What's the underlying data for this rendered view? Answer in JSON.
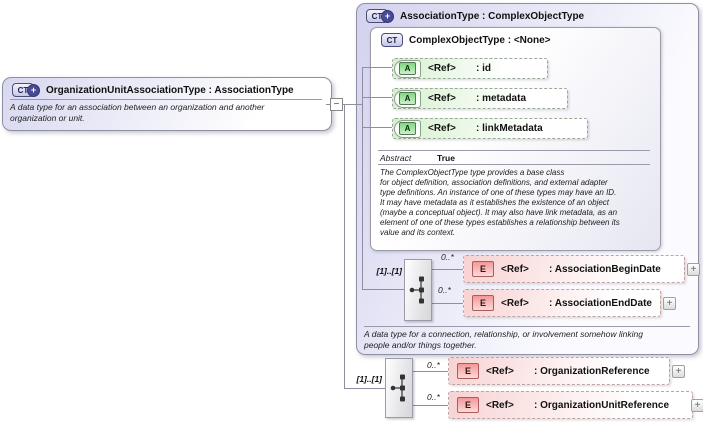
{
  "icons": {
    "collapse": "−",
    "expand": "+",
    "type_plus": "+"
  },
  "left_box": {
    "badge": "CT",
    "title": "OrganizationUnitAssociationType : AssociationType",
    "description": "A data type for an association between an organization and another\norganization or unit."
  },
  "assoc_box": {
    "badge": "CT",
    "title": "AssociationType : ComplexObjectType",
    "description": "A data type for a connection, relationship, or involvement somehow linking\npeople and/or things together.",
    "inner_box": {
      "badge": "CT",
      "title": "ComplexObjectType : <None>",
      "attributes": [
        {
          "badge": "A",
          "ref": "<Ref>",
          "name": ": id"
        },
        {
          "badge": "A",
          "ref": "<Ref>",
          "name": ": metadata"
        },
        {
          "badge": "A",
          "ref": "<Ref>",
          "name": ": linkMetadata"
        }
      ],
      "facet": {
        "label": "Abstract",
        "value": "True"
      },
      "description": "The ComplexObjectType type provides a base class\nfor object definition, association definitions, and external adapter\ntype definitions. An instance of one of these types may have an ID.\nIt may have metadata as it establishes the existence of an object\n(maybe a conceptual object). It may also have link metadata, as an\nelement of one of these types establishes a relationship between its\nvalue and its context."
    },
    "date_group": {
      "cardinality": "[1]..[1]",
      "elements": [
        {
          "badge": "E",
          "ref": "<Ref>",
          "name": ": AssociationBeginDate",
          "occurs": "0..*"
        },
        {
          "badge": "E",
          "ref": "<Ref>",
          "name": ": AssociationEndDate",
          "occurs": "0..*"
        }
      ]
    }
  },
  "reference_group": {
    "cardinality": "[1]..[1]",
    "elements": [
      {
        "badge": "E",
        "ref": "<Ref>",
        "name": ": OrganizationReference",
        "occurs": "0..*"
      },
      {
        "badge": "E",
        "ref": "<Ref>",
        "name": ": OrganizationUnitReference",
        "occurs": "0..*"
      }
    ]
  },
  "colors": {
    "container_tint": "#d6d6f0",
    "attribute_fill": "#d5f0cd",
    "attribute_badge": "#80d880",
    "element_fill": "#f8d3d3",
    "element_badge": "#f29a9a"
  }
}
